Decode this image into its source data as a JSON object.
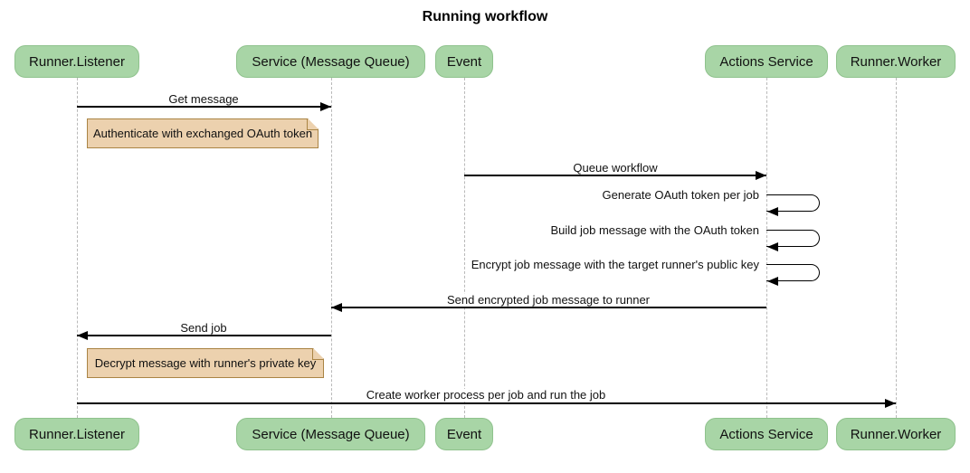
{
  "title": "Running workflow",
  "actors": [
    {
      "id": "runner-listener",
      "label": "Runner.Listener"
    },
    {
      "id": "service-mq",
      "label": "Service (Message Queue)"
    },
    {
      "id": "event",
      "label": "Event"
    },
    {
      "id": "actions-service",
      "label": "Actions Service"
    },
    {
      "id": "runner-worker",
      "label": "Runner.Worker"
    }
  ],
  "messages": [
    {
      "type": "arrow",
      "from": "Runner.Listener",
      "to": "Service (Message Queue)",
      "label": "Get message"
    },
    {
      "type": "note",
      "over": [
        "Runner.Listener",
        "Service (Message Queue)"
      ],
      "label": "Authenticate with exchanged OAuth token"
    },
    {
      "type": "arrow",
      "from": "Event",
      "to": "Actions Service",
      "label": "Queue workflow"
    },
    {
      "type": "self",
      "actor": "Actions Service",
      "label": "Generate OAuth token per job"
    },
    {
      "type": "self",
      "actor": "Actions Service",
      "label": "Build job message with the OAuth token"
    },
    {
      "type": "self",
      "actor": "Actions Service",
      "label": "Encrypt job message with the target runner's public key"
    },
    {
      "type": "arrow",
      "from": "Actions Service",
      "to": "Service (Message Queue)",
      "label": "Send encrypted job message to runner"
    },
    {
      "type": "arrow",
      "from": "Service (Message Queue)",
      "to": "Runner.Listener",
      "label": "Send job"
    },
    {
      "type": "note",
      "over": [
        "Runner.Listener",
        "Service (Message Queue)"
      ],
      "label": "Decrypt message with runner's private key"
    },
    {
      "type": "arrow",
      "from": "Runner.Listener",
      "to": "Runner.Worker",
      "label": "Create worker process per job and run the job"
    }
  ],
  "colors": {
    "actor_fill": "#a8d5a6",
    "actor_border": "#8fc28d",
    "note_fill": "#ecd1ae",
    "note_border": "#aa8444",
    "lifeline": "#b9b9b9",
    "line": "#000000",
    "text": "#111111",
    "background": "#ffffff"
  }
}
